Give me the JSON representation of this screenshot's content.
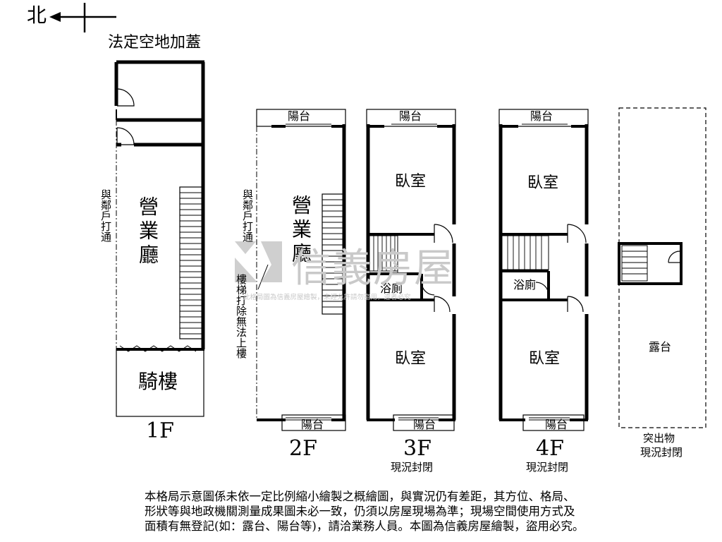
{
  "north": {
    "label": "北"
  },
  "floors": [
    {
      "label": "1F",
      "rooms": {
        "legal_addition": "法定空地加蓋",
        "business_hall": "營業廳",
        "arcade": "騎樓"
      },
      "notes": {
        "neighbor_open": "與鄰戶打通"
      }
    },
    {
      "label": "2F",
      "rooms": {
        "balcony_top": "陽台",
        "business_hall": "營業廳",
        "balcony_bottom": "陽台"
      },
      "notes": {
        "neighbor_open": "與鄰戶打通",
        "stairs_removed": "樓梯打除無法上樓"
      }
    },
    {
      "label": "3F",
      "status": "現況封閉",
      "rooms": {
        "balcony_top": "陽台",
        "bedroom_top": "臥室",
        "bathroom": "浴廁",
        "bedroom_bottom": "臥室",
        "balcony_bottom": "陽台"
      }
    },
    {
      "label": "4F",
      "status": "現況封閉",
      "rooms": {
        "balcony_top": "陽台",
        "bedroom_top": "臥室",
        "bathroom": "浴廁",
        "bedroom_bottom": "臥室",
        "balcony_bottom": "陽台"
      }
    }
  ],
  "roof": {
    "terrace": "露台",
    "status_line1": "突出物",
    "status_line2": "現況封閉"
  },
  "watermark": {
    "brand": "信義房屋",
    "note": "此格局圖為信義房屋繪製，未經允許請勿盜用，違者必究"
  },
  "footer": {
    "line1": "本格局示意圖係未依一定比例縮小繪製之概繪圖，與實況仍有差距，其方位、格局、",
    "line2": "形狀等與地政機關測量成果圖未必一致，仍須以房屋現場為準；現場空間使用方式及",
    "line3": "面積有無登記(如：露台、陽台等)，請洽業務人員。本圖為信義房屋繪製，盜用必究。"
  }
}
